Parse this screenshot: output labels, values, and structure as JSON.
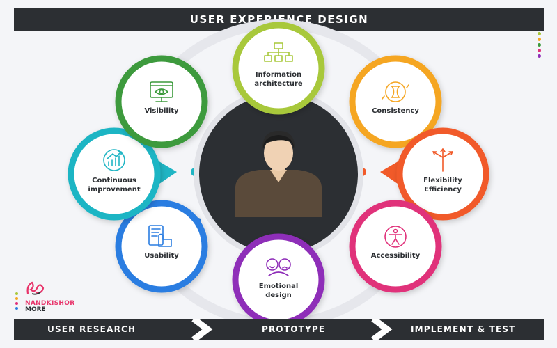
{
  "title": "USER EXPERIENCE DESIGN",
  "nodes": [
    {
      "id": "information-architecture",
      "lines": [
        "Information",
        "architecture"
      ],
      "color": "#a8c83a",
      "icon": "sitemap-icon"
    },
    {
      "id": "consistency",
      "lines": [
        "Consistency"
      ],
      "color": "#f5a623",
      "icon": "hourglass-cycle-icon"
    },
    {
      "id": "flexibility-efficiency",
      "lines": [
        "Flexibility",
        "Efficiency"
      ],
      "color": "#f15a29",
      "icon": "signpost-arrows-icon"
    },
    {
      "id": "accessibility",
      "lines": [
        "Accessibility"
      ],
      "color": "#e0317a",
      "icon": "accessibility-person-icon"
    },
    {
      "id": "emotional-design",
      "lines": [
        "Emotional",
        "design"
      ],
      "color": "#8e2db8",
      "icon": "faces-emotion-icon"
    },
    {
      "id": "usability",
      "lines": [
        "Usability"
      ],
      "color": "#2a7de1",
      "icon": "hand-touch-screen-icon"
    },
    {
      "id": "continuous-improvement",
      "lines": [
        "Continuous",
        "improvement"
      ],
      "color": "#1fb5c4",
      "icon": "growth-chart-icon"
    },
    {
      "id": "visibility",
      "lines": [
        "Visibility"
      ],
      "color": "#3c9a3c",
      "icon": "eye-screen-icon"
    }
  ],
  "stages": [
    "USER RESEARCH",
    "PROTOTYPE",
    "IMPLEMENT & TEST"
  ],
  "brand": {
    "line1": "NANDKISHOR",
    "line2": "MORE"
  },
  "center": {
    "icon": "user-avatar-icon",
    "bg": "#2c2f33"
  },
  "colors": {
    "dark": "#2c2f33",
    "ring": "#e6e7ec",
    "background": "#f4f5f8"
  }
}
